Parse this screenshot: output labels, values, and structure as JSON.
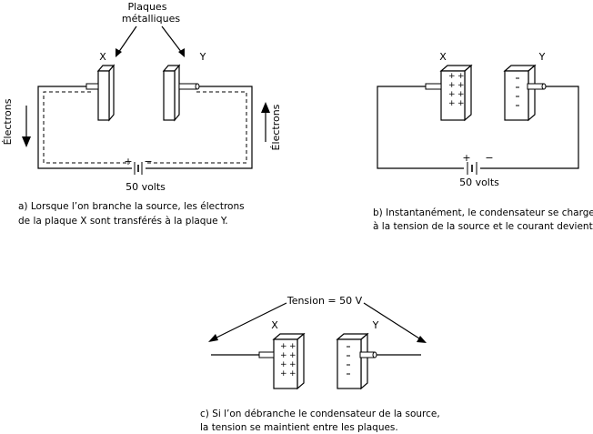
{
  "diagram_a": {
    "plates_label_line1": "Plaques",
    "plates_label_line2": "métalliques",
    "plate_x": "X",
    "plate_y": "Y",
    "electrons_left": "Électrons",
    "electrons_right": "Électrons",
    "battery_plus": "+",
    "battery_minus": "−",
    "voltage": "50 volts",
    "caption_line1": "a) Lorsque l’on branche la source, les électrons",
    "caption_line2": "de la plaque X sont transférés à la plaque Y."
  },
  "diagram_b": {
    "plate_x": "X",
    "plate_y": "Y",
    "battery_plus": "+",
    "battery_minus": "−",
    "voltage": "50 volts",
    "caption_line1": "b) Instantanément, le condensateur se charge",
    "caption_line2": "à la tension de la source et le courant devient nul."
  },
  "diagram_c": {
    "tension": "Tension = 50 V",
    "plate_x": "X",
    "plate_y": "Y",
    "caption_line1": "c) Si l’on débranche le condensateur de la source,",
    "caption_line2": "la tension se maintient entre les plaques."
  }
}
